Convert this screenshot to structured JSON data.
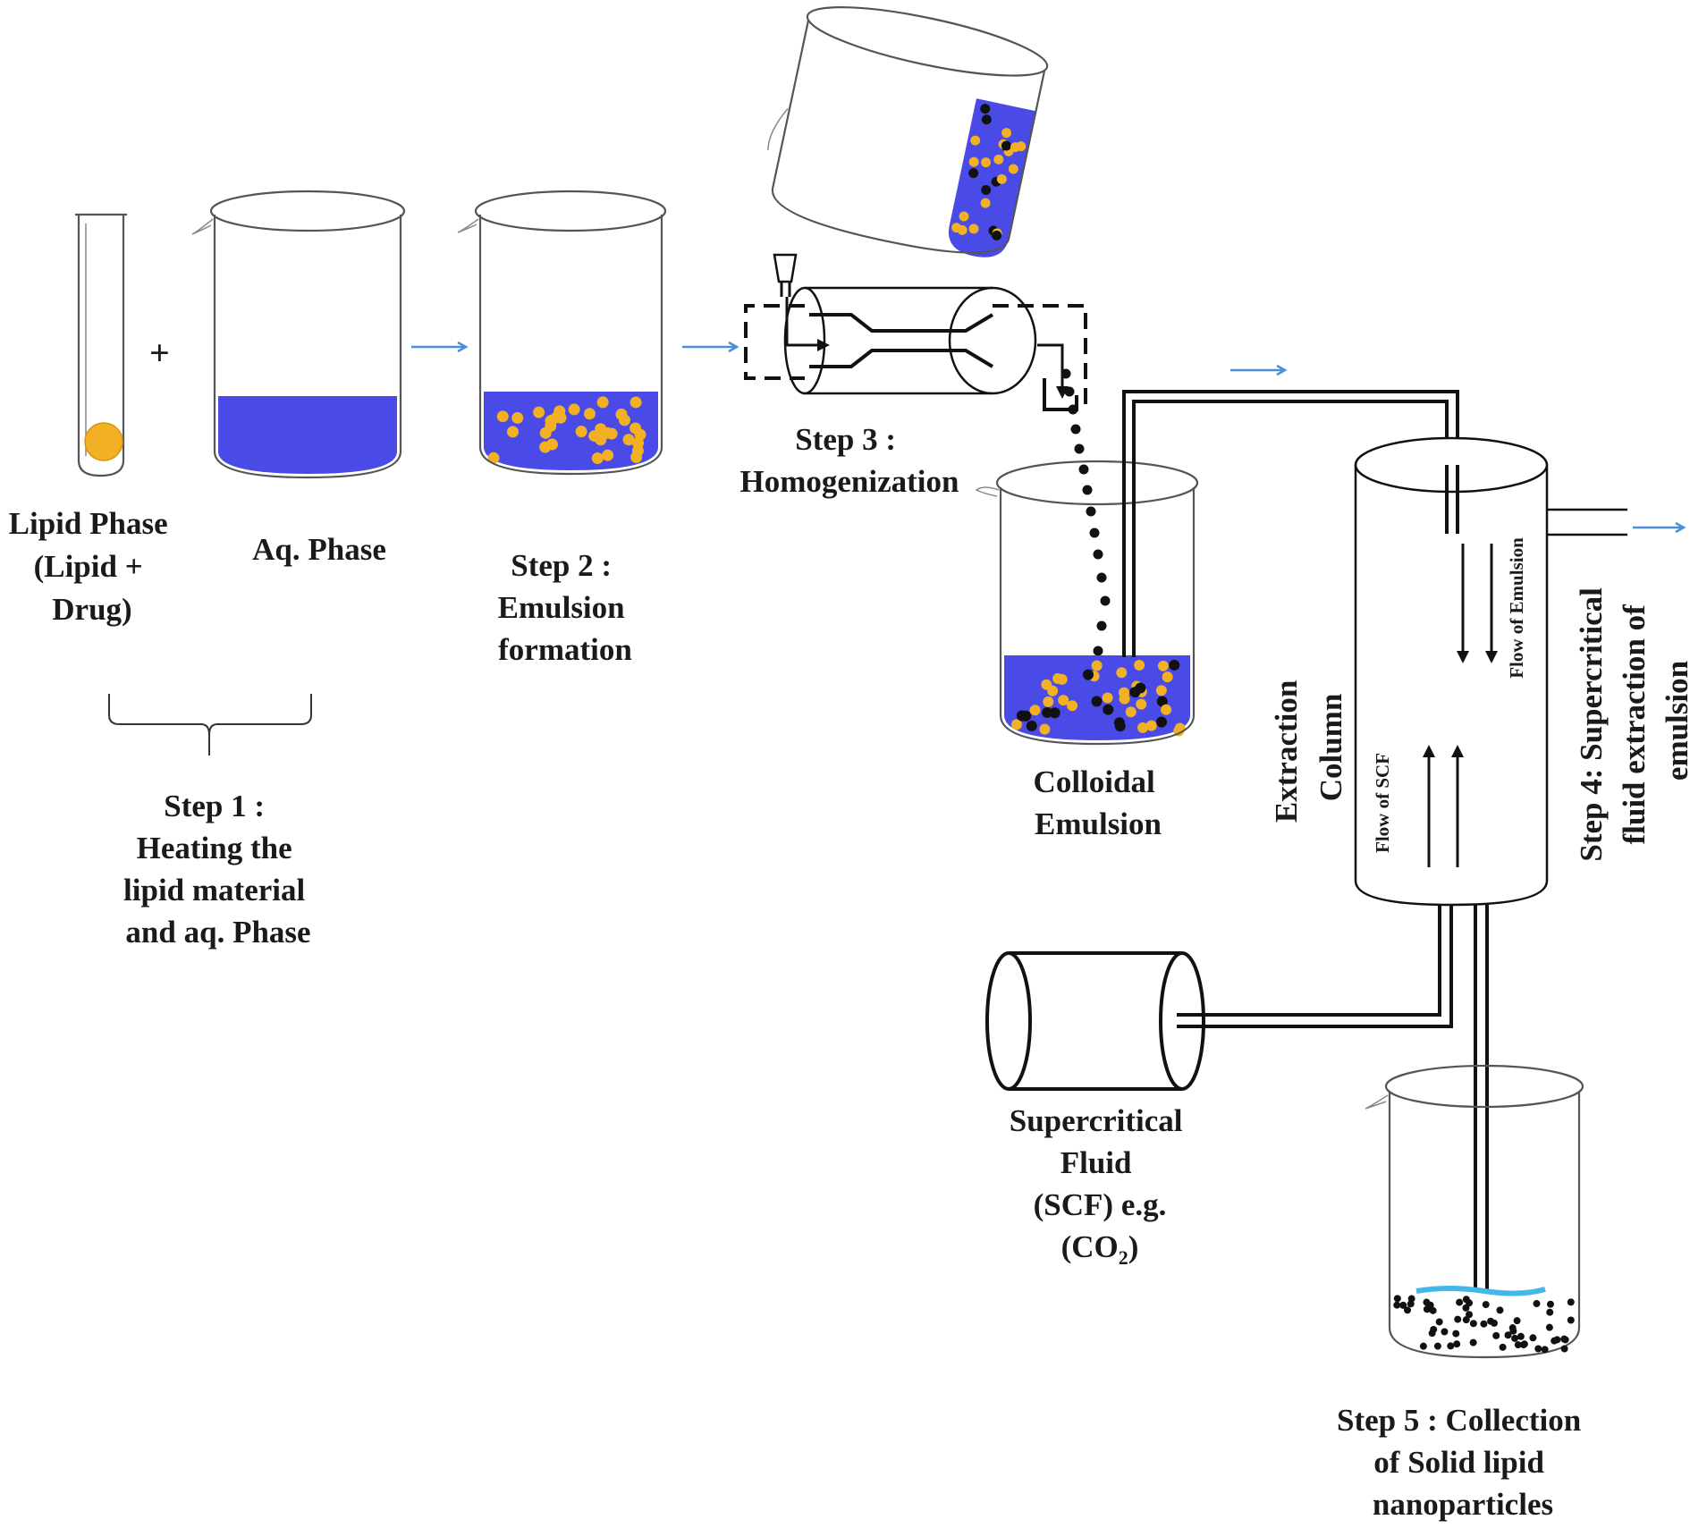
{
  "colors": {
    "aqueous": "#4a4ae6",
    "lipid": "#f2b024",
    "drug": "#111111",
    "arrow": "#4a8fd8",
    "water_line": "#44b7e8"
  },
  "labels": {
    "plus": "+",
    "lipid_phase": [
      "Lipid Phase",
      "(Lipid +",
      "Drug)"
    ],
    "aq_phase": "Aq. Phase",
    "step1": [
      "Step 1 :",
      "Heating the",
      "lipid material",
      "and aq. Phase"
    ],
    "step2": [
      "Step 2 :",
      "Emulsion",
      "formation"
    ],
    "step3": [
      "Step 3 :",
      "Homogenization"
    ],
    "colloidal": [
      "Colloidal",
      "Emulsion"
    ],
    "extraction_column": [
      "Extraction",
      "Column"
    ],
    "flow_emulsion": "Flow of Emulsion",
    "flow_scf": "Flow of SCF",
    "step4": [
      "Step 4: Supercritical",
      "fluid  extraction of",
      "emulsion"
    ],
    "scf": [
      "Supercritical",
      "Fluid",
      "(SCF)  e.g.",
      "(CO",
      "2",
      ")"
    ],
    "step5": [
      "Step 5 : Collection",
      "of Solid lipid",
      "nanoparticles"
    ]
  }
}
